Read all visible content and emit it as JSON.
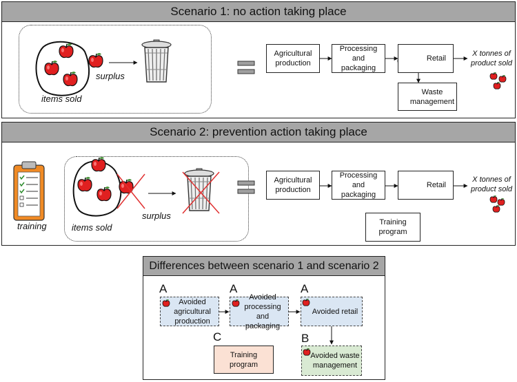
{
  "scenario1": {
    "title": "Scenario 1: no action taking place",
    "items_sold": "items sold",
    "surplus": "surplus",
    "stages": [
      "Agricultural production",
      "Processing and packaging",
      "Retail"
    ],
    "waste": "Waste management",
    "output": "X tonnes of product sold"
  },
  "scenario2": {
    "title": "Scenario 2: prevention action taking place",
    "training": "training",
    "items_sold": "items sold",
    "surplus": "surplus",
    "stages": [
      "Agricultural production",
      "Processing and packaging",
      "Retail"
    ],
    "program": "Training program",
    "output": "X tonnes of product sold"
  },
  "differences": {
    "title": "Differences between scenario 1 and scenario 2",
    "boxes": [
      {
        "letter": "A",
        "label": "Avoided agricultural production"
      },
      {
        "letter": "A",
        "label": "Avoided processing and packaging"
      },
      {
        "letter": "A",
        "label": "Avoided retail"
      },
      {
        "letter": "C",
        "label": "Training program"
      },
      {
        "letter": "B",
        "label": "Avoided waste management"
      }
    ]
  },
  "colors": {
    "header_gray": "#a6a6a6",
    "apple_red": "#e02020",
    "avoided_blue": "#dae6f3",
    "avoided_green": "#d9ead3",
    "training_peach": "#fbe1d4",
    "cross_red": "#e03030",
    "clipboard_orange": "#f08a24"
  }
}
